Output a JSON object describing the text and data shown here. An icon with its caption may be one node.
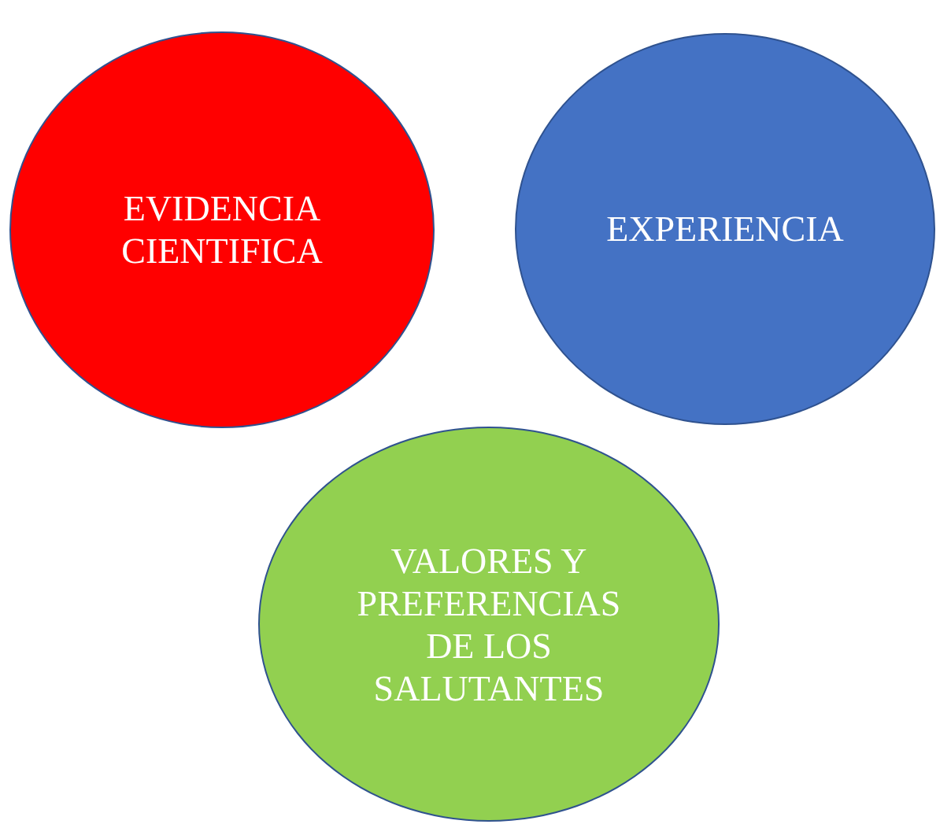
{
  "diagram": {
    "nodes": [
      {
        "text": [
          "EVIDENCIA CIENTIFICA"
        ]
      },
      {
        "text": [
          "EXPERIENCIA"
        ]
      },
      {
        "text": [
          "VALORES Y PREFERENCIAS DE LOS SALUTANTES"
        ]
      }
    ]
  }
}
